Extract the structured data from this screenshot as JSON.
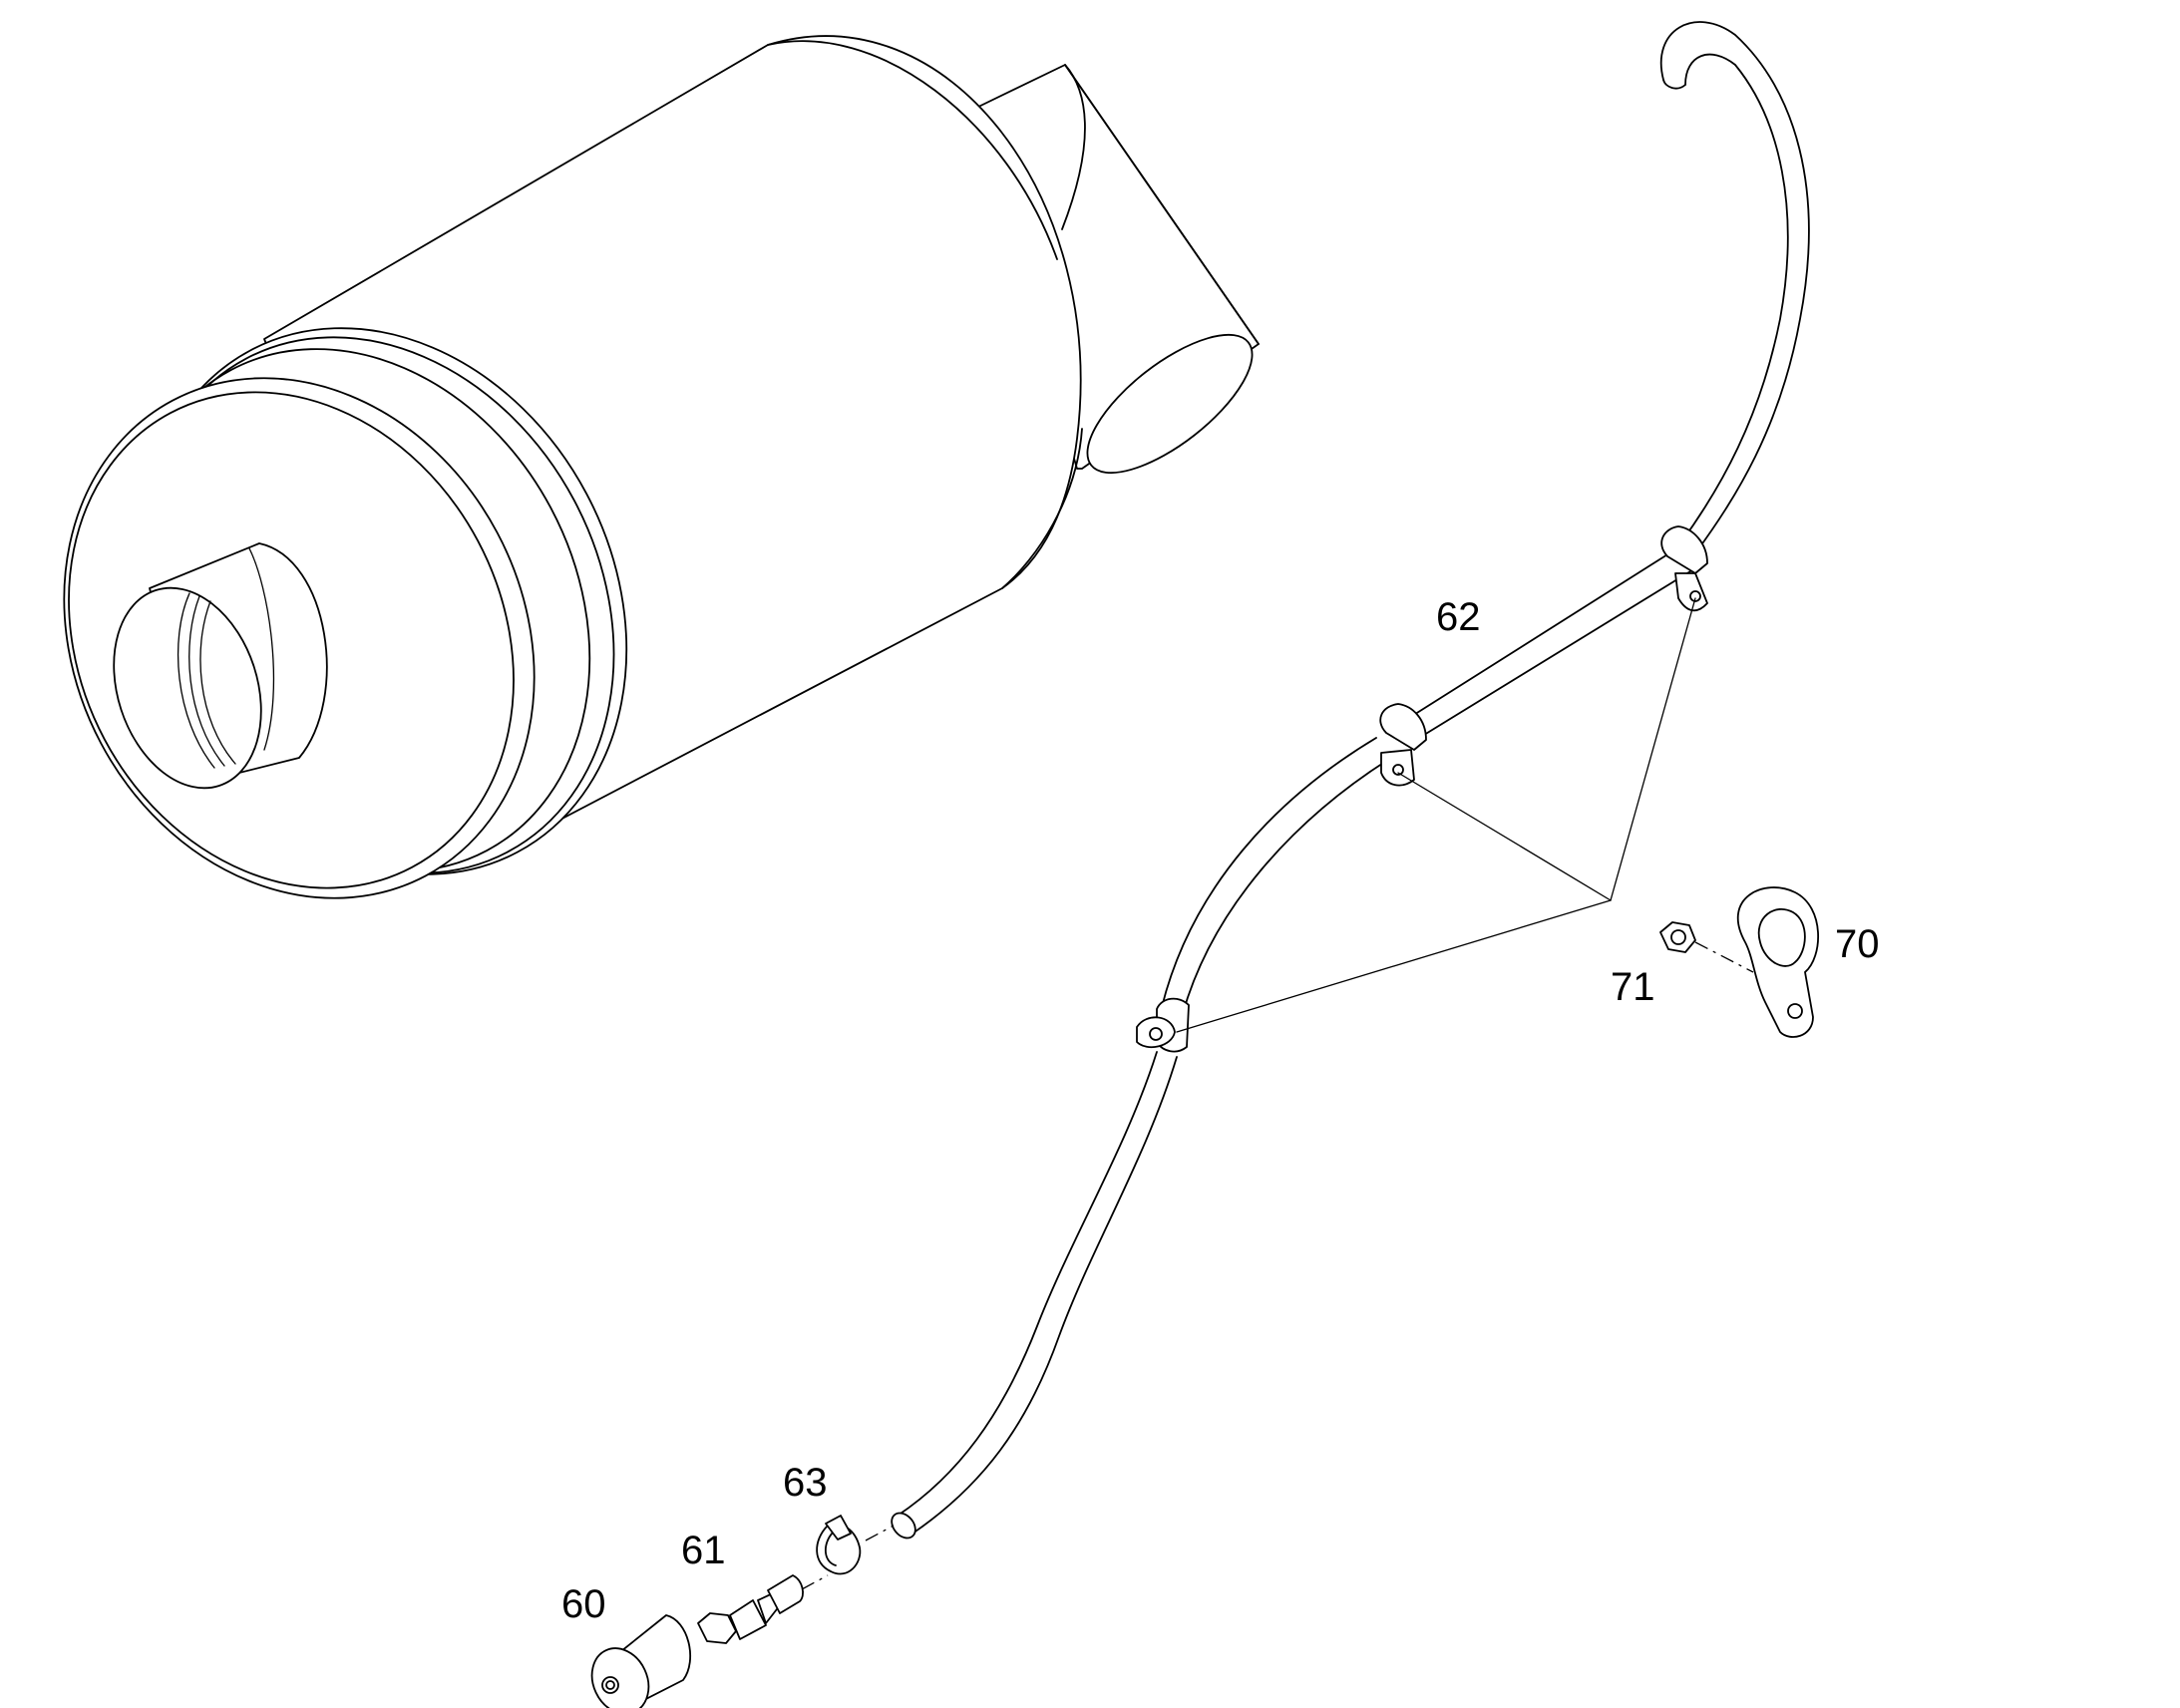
{
  "labels": {
    "p60": "60",
    "p61": "61",
    "p62": "62",
    "p63": "63",
    "p70": "70",
    "p71": "71"
  }
}
